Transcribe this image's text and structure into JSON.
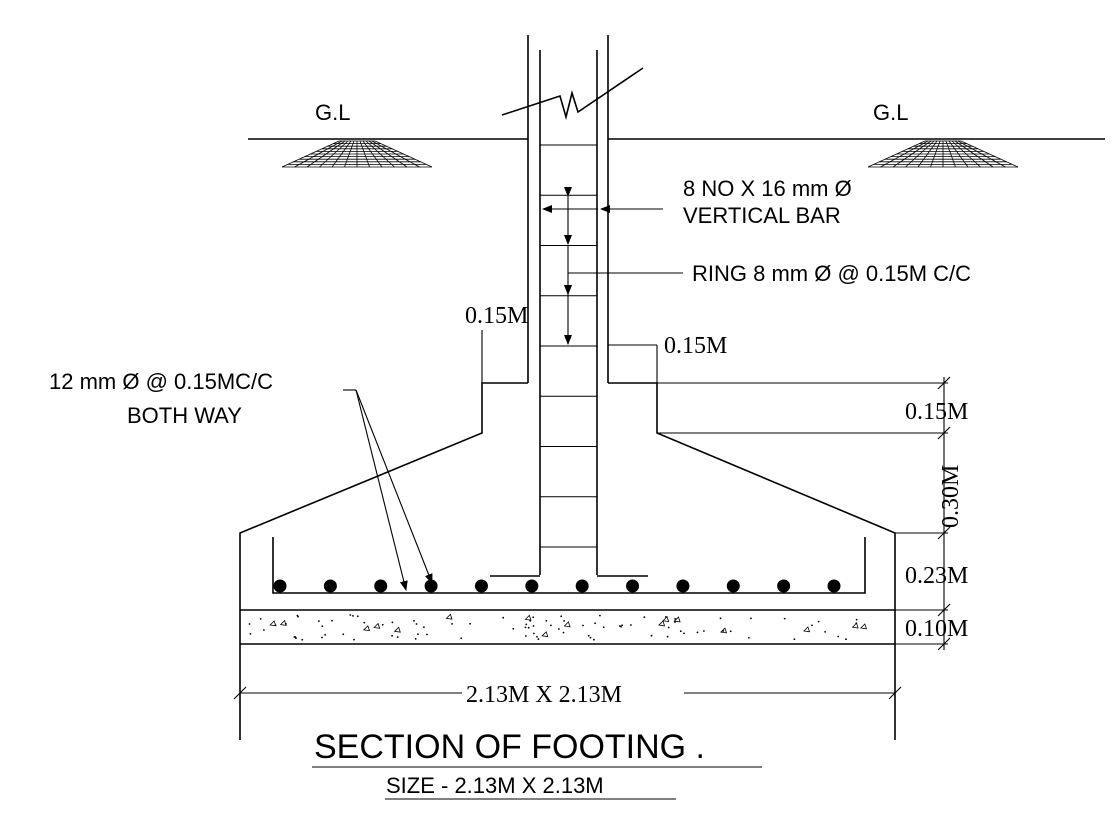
{
  "ground_level": {
    "left_label": "G.L",
    "right_label": "G.L"
  },
  "annotations": {
    "vertical_bar_line1": "8 NO X 16 mm Ø",
    "vertical_bar_line2": "VERTICAL BAR",
    "ring": "RING 8 mm Ø @ 0.15M C/C",
    "mesh_line1": "12 mm Ø @ 0.15MC/C",
    "mesh_line2": "BOTH WAY"
  },
  "dimensions": {
    "offset_left": "0.15M",
    "offset_right": "0.15M",
    "pedestal_height": "0.15M",
    "slope_height": "0.30M",
    "footing_depth": "0.23M",
    "pcc_depth": "0.10M",
    "base_width": "2.13M X 2.13M"
  },
  "title": {
    "main": "SECTION OF FOOTING .",
    "sub": "SIZE - 2.13M X 2.13M"
  },
  "reinforcement": {
    "bottom_bar_count": 12,
    "ring_count": 9
  }
}
